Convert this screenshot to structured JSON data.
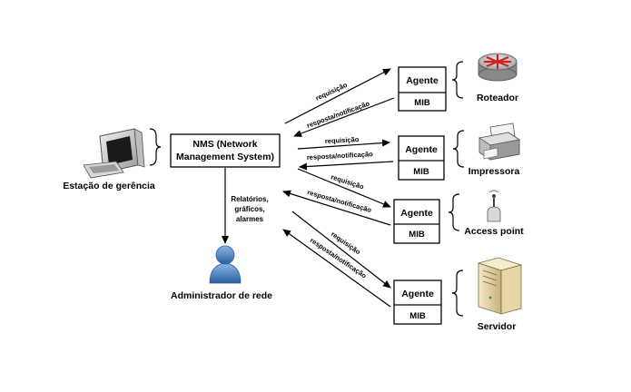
{
  "workstation": {
    "label": "Estação de gerência",
    "icon": "computer-icon"
  },
  "nms": {
    "line1": "NMS (Network",
    "line2": "Management System)"
  },
  "reports": {
    "line1": "Relatórios,",
    "line2": "gráficos,",
    "line3": "alarmes"
  },
  "admin": {
    "label": "Administrador de rede",
    "icon": "user-icon"
  },
  "arrows": {
    "request": "requisição",
    "response": "resposta/notificação"
  },
  "agent_box": {
    "agent": "Agente",
    "mib": "MIB"
  },
  "devices": [
    {
      "label": "Roteador",
      "icon": "router-icon"
    },
    {
      "label": "Impressora",
      "icon": "printer-icon"
    },
    {
      "label": "Access point",
      "icon": "access-point-icon"
    },
    {
      "label": "Servidor",
      "icon": "server-icon"
    }
  ]
}
